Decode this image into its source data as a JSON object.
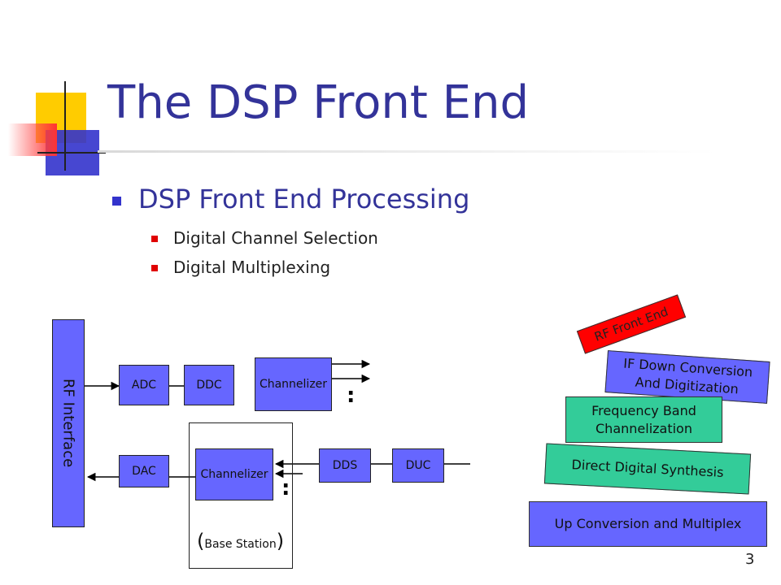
{
  "slide": {
    "title": "The DSP Front End",
    "page_number": "3",
    "accent_colors": {
      "yellow": "#ffcc00",
      "blue": "#3333cc",
      "red": "#ff3333"
    }
  },
  "bullets": {
    "level1": "DSP Front End Processing",
    "level2": [
      "Digital Channel Selection",
      "Digital Multiplexing"
    ]
  },
  "diagram": {
    "rf_interface": "RF Interface",
    "adc": "ADC",
    "ddc": "DDC",
    "channelizer_rx": "Channelizer",
    "dac": "DAC",
    "channelizer_tx": "Channelizer",
    "dds": "DDS",
    "duc": "DUC",
    "base_station": "Base Station",
    "paren_open": "(",
    "paren_close": ")",
    "dots": ":",
    "box_color": "#6666ff"
  },
  "stack": {
    "rf_front_end": "RF Front End",
    "if_down_line1": "IF Down Conversion",
    "if_down_line2": "And Digitization",
    "freq_band_line1": "Frequency Band",
    "freq_band_line2": "Channelization",
    "direct_digital": "Direct Digital Synthesis",
    "up_conversion": "Up Conversion and Multiplex",
    "colors": {
      "red": "#ff0000",
      "blue": "#6666ff",
      "green": "#33cc99"
    }
  }
}
